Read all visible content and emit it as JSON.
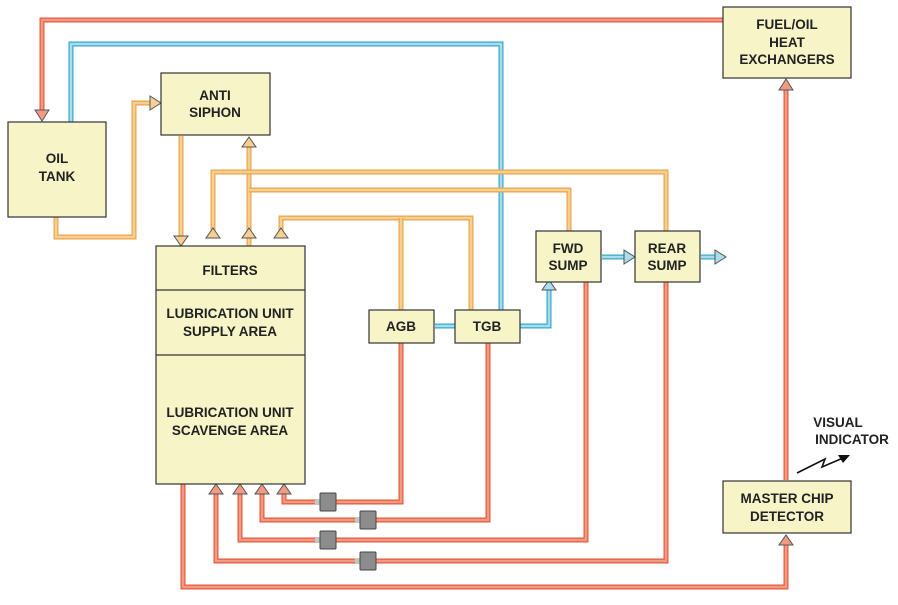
{
  "components": {
    "oil_tank": [
      "OIL",
      "TANK"
    ],
    "anti_siphon": [
      "ANTI",
      "SIPHON"
    ],
    "heat_exchangers": [
      "FUEL/OIL",
      "HEAT",
      "EXCHANGERS"
    ],
    "filters": "FILTERS",
    "lub_supply": [
      "LUBRICATION UNIT",
      "SUPPLY AREA"
    ],
    "lub_scavenge": [
      "LUBRICATION UNIT",
      "SCAVENGE AREA"
    ],
    "agb": "AGB",
    "tgb": "TGB",
    "fwd_sump": [
      "FWD",
      "SUMP"
    ],
    "rear_sump": [
      "REAR",
      "SUMP"
    ],
    "master_chip": [
      "MASTER CHIP",
      "DETECTOR"
    ],
    "visual_indicator": [
      "VISUAL",
      "INDICATOR"
    ]
  },
  "colors": {
    "supply_line": "#e8a64b",
    "scavenge_line": "#e2593d",
    "vent_line": "#35a9c9",
    "box_fill": "#f7f5c8"
  }
}
